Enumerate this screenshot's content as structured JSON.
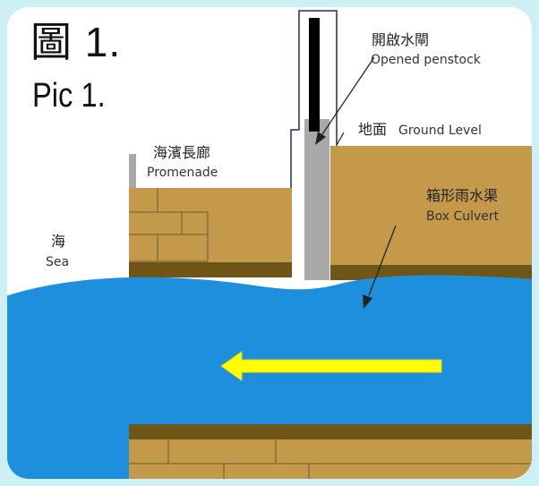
{
  "figure": {
    "title": "圖 1.",
    "subtitle": "Pic 1."
  },
  "labels": {
    "penstock_zh": "開啟水閘",
    "penstock_en": "Opened penstock",
    "ground_zh": "地面",
    "ground_en": "Ground Level",
    "promenade_zh": "海濱長廊",
    "promenade_en": "Promenade",
    "culvert_zh": "箱形雨水渠",
    "culvert_en": "Box Culvert",
    "sea_zh": "海",
    "sea_en": "Sea"
  },
  "colors": {
    "background": "#cdeff6",
    "panel": "#ffffff",
    "ground": "#c49a4a",
    "ground_dark": "#6f5616",
    "water": "#1e8fdc",
    "water_light": "#1a86d4",
    "gate": "#a9a9a9",
    "gate_bar": "#000000",
    "arrow": "#ffff00"
  },
  "flow_arrow": {
    "direction": "left",
    "icon": "yellow-arrow-left-icon"
  }
}
